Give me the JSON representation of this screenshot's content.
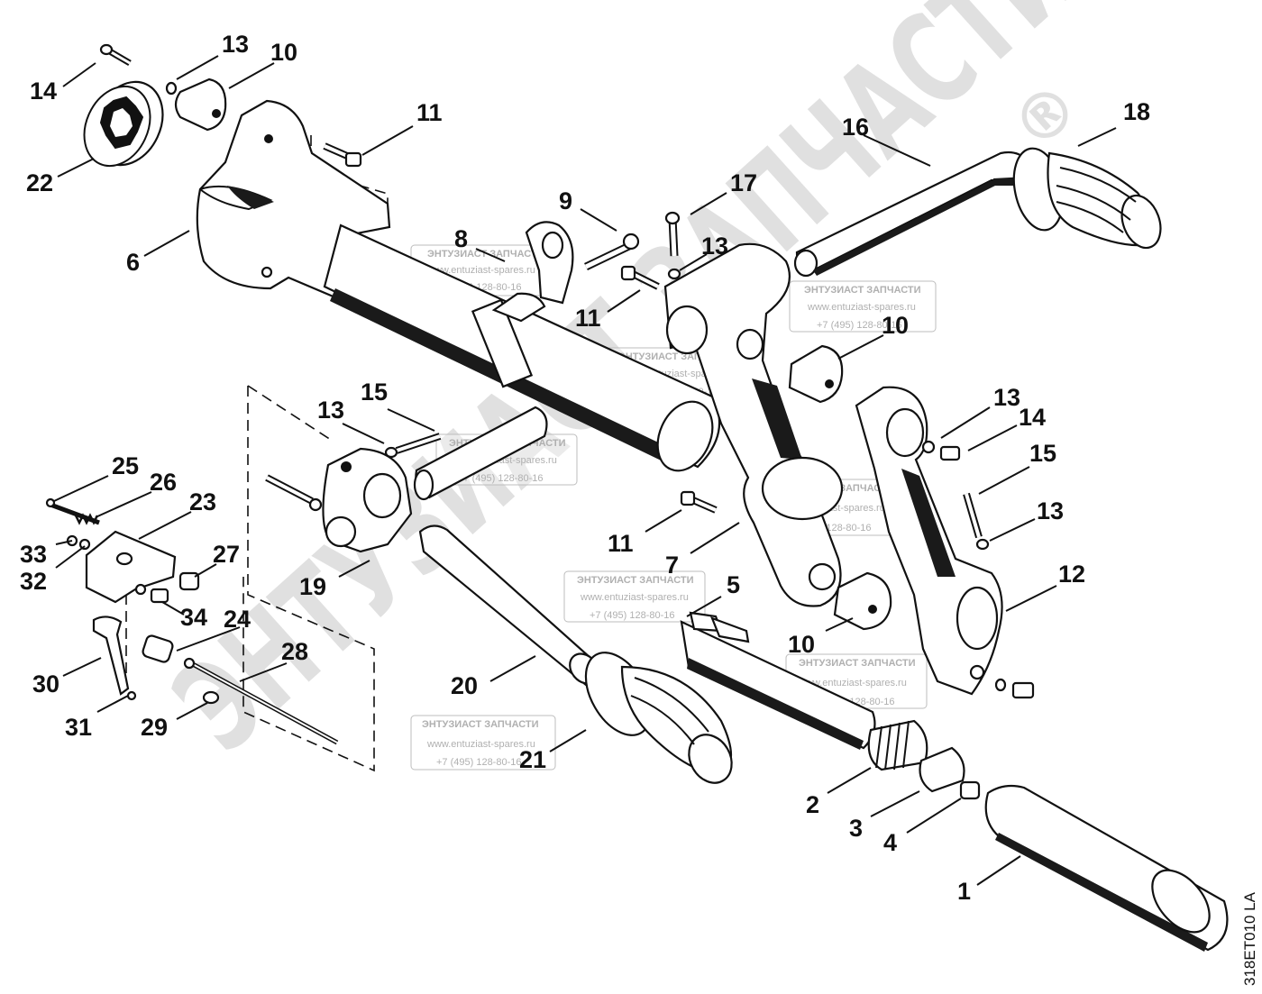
{
  "drawing_code": "318ET010 LA",
  "watermark": {
    "brand": "ЭНТУЗИАСТ ЗАПЧАСТИ",
    "registered": "®",
    "stamp_title": "ЭНТУЗИАСТ ЗАПЧАСТИ",
    "stamp_site": "www.entuziast-spares.ru",
    "stamp_phone": "+7 (495) 128-80-16"
  },
  "callouts": {
    "c1": "1",
    "c2": "2",
    "c3": "3",
    "c4": "4",
    "c5": "5",
    "c6": "6",
    "c7": "7",
    "c8": "8",
    "c9": "9",
    "c10a": "10",
    "c10b": "10",
    "c10c": "10",
    "c11a": "11",
    "c11b": "11",
    "c11c": "11",
    "c12": "12",
    "c13a": "13",
    "c13b": "13",
    "c13c": "13",
    "c13d": "13",
    "c13e": "13",
    "c14a": "14",
    "c14b": "14",
    "c15a": "15",
    "c15b": "15",
    "c16": "16",
    "c17": "17",
    "c18": "18",
    "c19": "19",
    "c20": "20",
    "c21": "21",
    "c22": "22",
    "c23": "23",
    "c24": "24",
    "c25": "25",
    "c26": "26",
    "c27": "27",
    "c28": "28",
    "c29": "29",
    "c30": "30",
    "c31": "31",
    "c32": "32",
    "c33": "33",
    "c34": "34"
  }
}
